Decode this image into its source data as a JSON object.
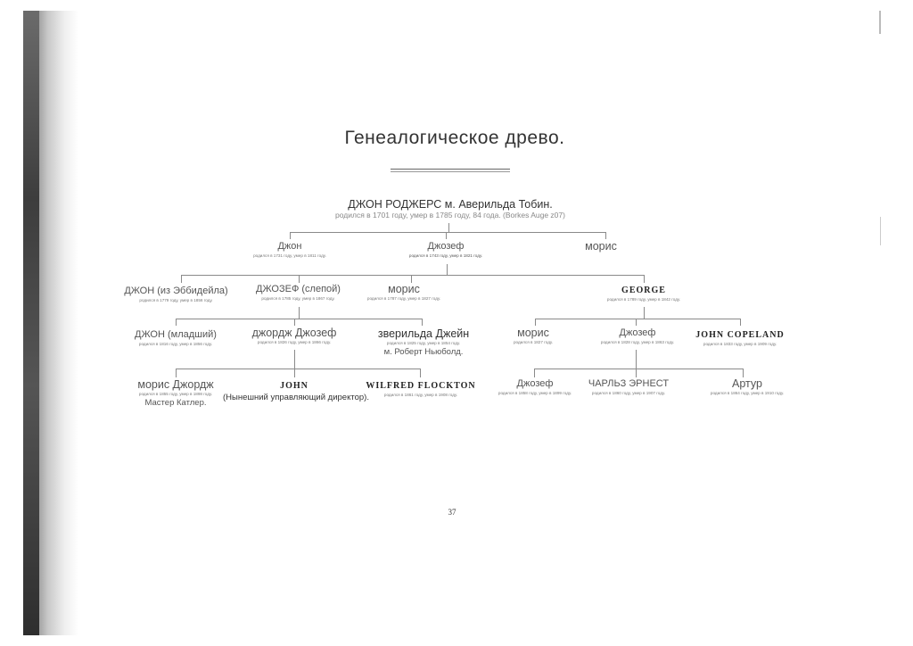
{
  "title": "Генеалогическое древо.",
  "page_number": "37",
  "root": {
    "name": "ДЖОН РОДЖЕРС м. Аверильда Тобин.",
    "info": "родился в 1701 году, умер в 1785 году, 84 года. (Borkes Auge z07)"
  },
  "gen1": [
    {
      "name": "Джон",
      "info": "родился в 1731 году, умер в 1811 году."
    },
    {
      "name": "Джозеф",
      "info": "родился в 1743 году, умер в 1821 году."
    },
    {
      "name": "морис",
      "info": ""
    }
  ],
  "gen2": [
    {
      "name": "ДЖОН (из Эббидейла)",
      "info": "родился в 1779 году, умер в 1856 году."
    },
    {
      "name": "ДЖОЗЕФ (слепой)",
      "info": "родился в 1785 году, умер в 1867 году."
    },
    {
      "name": "морис",
      "info": "родился в 1787 году, умер в 1827 году."
    },
    {
      "name": "GEORGE",
      "info": "родился в 1789 году, умер в 1842 году."
    }
  ],
  "gen3": [
    {
      "name": "ДЖОН (младший)",
      "info": "родился в 1816 году, умер в 1856 году."
    },
    {
      "name": "джордж Джозеф",
      "info": "родился в 1826 году, умер в 1866 году."
    },
    {
      "name": "зверильда Джейн",
      "info": "родился в 1825 году, умер в 1854 году.",
      "note": "м. Роберт Ньюболд."
    },
    {
      "name": "морис",
      "info": "родился в 1827 году."
    },
    {
      "name": "Джозеф",
      "info": "родился в 1828 году, умер в 1863 году."
    },
    {
      "name": "JOHN COPELAND",
      "info": "родился в 1833 году, умер в 1909 году."
    }
  ],
  "gen4": [
    {
      "name": "морис Джордж",
      "info": "родился в 1855 году, умер в 1898 году.",
      "note": "Мастер Катлер."
    },
    {
      "name": "JOHN",
      "info": "",
      "note": "(Нынешний управляющий директор)."
    },
    {
      "name": "WILFRED FLOCKTON",
      "info": "родился в 1861 году, умер в 1908 году."
    },
    {
      "name": "Джозеф",
      "info": "родился в 1858 году, умер в 1899 году."
    },
    {
      "name": "ЧАРЛЬЗ ЭРНЕСТ",
      "info": "родился в 1860 году, умер в 1907 году."
    },
    {
      "name": "Артур",
      "info": "родился в 1864 году, умер в 1910 году."
    }
  ]
}
